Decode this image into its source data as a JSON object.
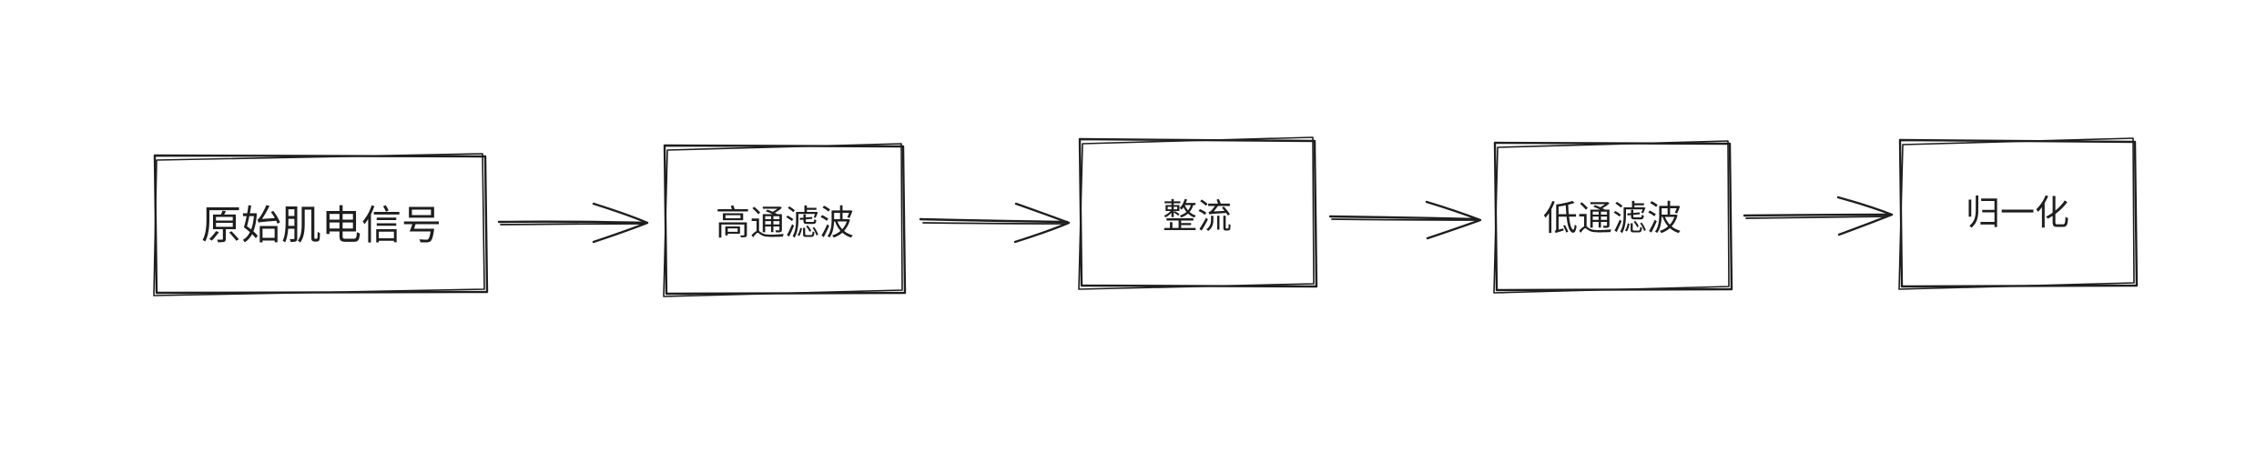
{
  "diagram": {
    "type": "flowchart",
    "direction": "left-to-right",
    "stroke_color": "#1e1e1e",
    "background_color": "#ffffff",
    "steps": [
      {
        "id": "raw-emg",
        "label": "原始肌电信号"
      },
      {
        "id": "highpass",
        "label": "高通滤波"
      },
      {
        "id": "rectify",
        "label": "整流"
      },
      {
        "id": "lowpass",
        "label": "低通滤波"
      },
      {
        "id": "normalize",
        "label": "归一化"
      }
    ],
    "edges": [
      {
        "from": "raw-emg",
        "to": "highpass"
      },
      {
        "from": "highpass",
        "to": "rectify"
      },
      {
        "from": "rectify",
        "to": "lowpass"
      },
      {
        "from": "lowpass",
        "to": "normalize"
      }
    ]
  }
}
